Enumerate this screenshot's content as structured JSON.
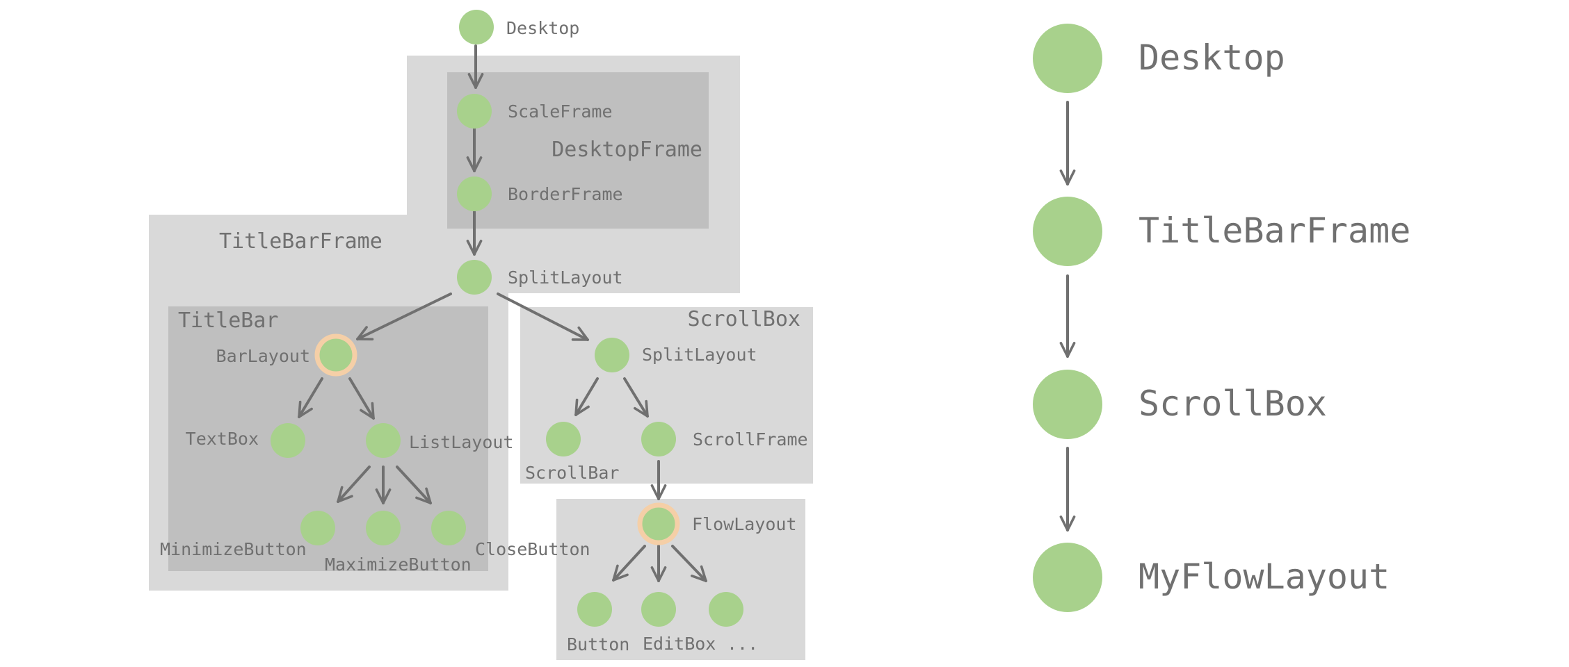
{
  "left_tree": {
    "groups": {
      "desktop_frame": "DesktopFrame",
      "titlebar_frame": "TitleBarFrame",
      "titlebar": "TitleBar",
      "scrollbox": "ScrollBox"
    },
    "nodes": {
      "desktop": "Desktop",
      "scale_frame": "ScaleFrame",
      "border_frame": "BorderFrame",
      "split_layout_top": "SplitLayout",
      "bar_layout": "BarLayout",
      "text_box": "TextBox",
      "list_layout": "ListLayout",
      "minimize_button": "MinimizeButton",
      "maximize_button": "MaximizeButton",
      "close_button": "CloseButton",
      "split_layout_inner": "SplitLayout",
      "scroll_bar": "ScrollBar",
      "scroll_frame": "ScrollFrame",
      "flow_layout": "FlowLayout",
      "button": "Button",
      "edit_box": "EditBox",
      "more": "..."
    }
  },
  "right_chain": {
    "nodes": [
      "Desktop",
      "TitleBarFrame",
      "ScrollBox",
      "MyFlowLayout"
    ]
  },
  "colors": {
    "node_fill": "#a8d18c",
    "highlight_ring": "#f5cfa7",
    "outer_group": "#d9d9d9",
    "inner_group": "#bfbfbf",
    "edge_and_text": "#707070"
  }
}
